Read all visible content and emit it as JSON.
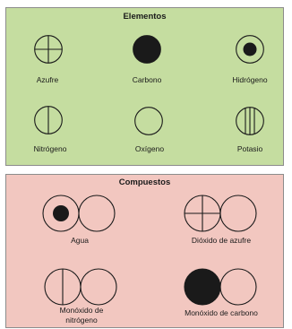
{
  "elements": {
    "title": "Elementos",
    "items": [
      {
        "label": "Azufre",
        "icon": "circle-quartered"
      },
      {
        "label": "Carbono",
        "icon": "circle-solid"
      },
      {
        "label": "Hidrógeno",
        "icon": "circle-dot"
      },
      {
        "label": "Nitrógeno",
        "icon": "circle-one-vertical-line"
      },
      {
        "label": "Oxígeno",
        "icon": "circle-empty"
      },
      {
        "label": "Potasio",
        "icon": "circle-three-vertical-lines"
      }
    ]
  },
  "compounds": {
    "title": "Compuestos",
    "items": [
      {
        "label": "Agua",
        "icons": [
          "circle-dot",
          "circle-empty"
        ]
      },
      {
        "label": "Dióxido de azufre",
        "icons": [
          "circle-quartered",
          "circle-empty"
        ]
      },
      {
        "label": "Monóxido de nitrógeno",
        "icons": [
          "circle-one-vertical-line",
          "circle-empty"
        ]
      },
      {
        "label": "Monóxido de carbono",
        "icons": [
          "circle-solid",
          "circle-empty"
        ]
      }
    ]
  },
  "colors": {
    "elements_background": "#c5dda0",
    "compounds_background": "#f2c7c0",
    "stroke": "#1a1a1a",
    "fill_dark": "#1a1a1a"
  }
}
